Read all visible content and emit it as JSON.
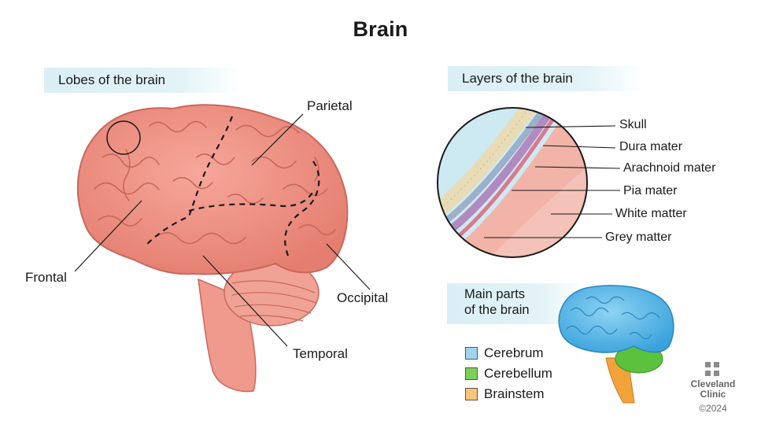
{
  "title": "Brain",
  "sections": {
    "lobes": {
      "heading": "Lobes of the brain",
      "labels": {
        "parietal": "Parietal",
        "frontal": "Frontal",
        "occipital": "Occipital",
        "temporal": "Temporal"
      }
    },
    "layers": {
      "heading": "Layers of the brain",
      "labels": {
        "skull": "Skull",
        "dura": "Dura mater",
        "arachnoid": "Arachnoid mater",
        "pia": "Pia mater",
        "white": "White matter",
        "grey": "Grey matter"
      }
    },
    "parts": {
      "heading_line1": "Main parts",
      "heading_line2": "of the brain",
      "legend": [
        {
          "label": "Cerebrum",
          "color": "#9fd6ee"
        },
        {
          "label": "Cerebellum",
          "color": "#7ccf5a"
        },
        {
          "label": "Brainstem",
          "color": "#f4c57a"
        }
      ]
    }
  },
  "colors": {
    "brain": "#ef8f82",
    "brain_dark": "#c9675c",
    "cerebrum_blue": "#5ab8e6",
    "cerebellum_green": "#5cc23d",
    "brainstem_orange": "#f2a33a"
  },
  "credit": {
    "line1": "Cleveland",
    "line2": "Clinic",
    "copyright": "©2024"
  }
}
